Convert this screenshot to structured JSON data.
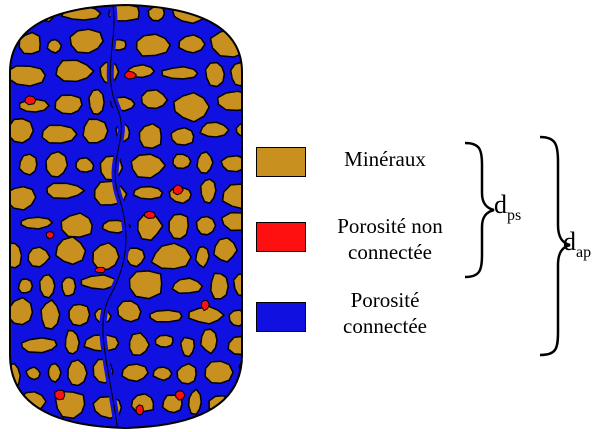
{
  "legend": {
    "minerals": {
      "label": "Minéraux",
      "color": "#c8901f"
    },
    "non_connected": {
      "label_line1": "Porosité non",
      "label_line2": "connectée",
      "color": "#ff1010"
    },
    "connected": {
      "label_line1": "Porosité",
      "label_line2": "connectée",
      "color": "#1010e0"
    }
  },
  "densities": {
    "ps": {
      "symbol": "d",
      "subscript": "ps"
    },
    "ap": {
      "symbol": "d",
      "subscript": "ap"
    }
  }
}
